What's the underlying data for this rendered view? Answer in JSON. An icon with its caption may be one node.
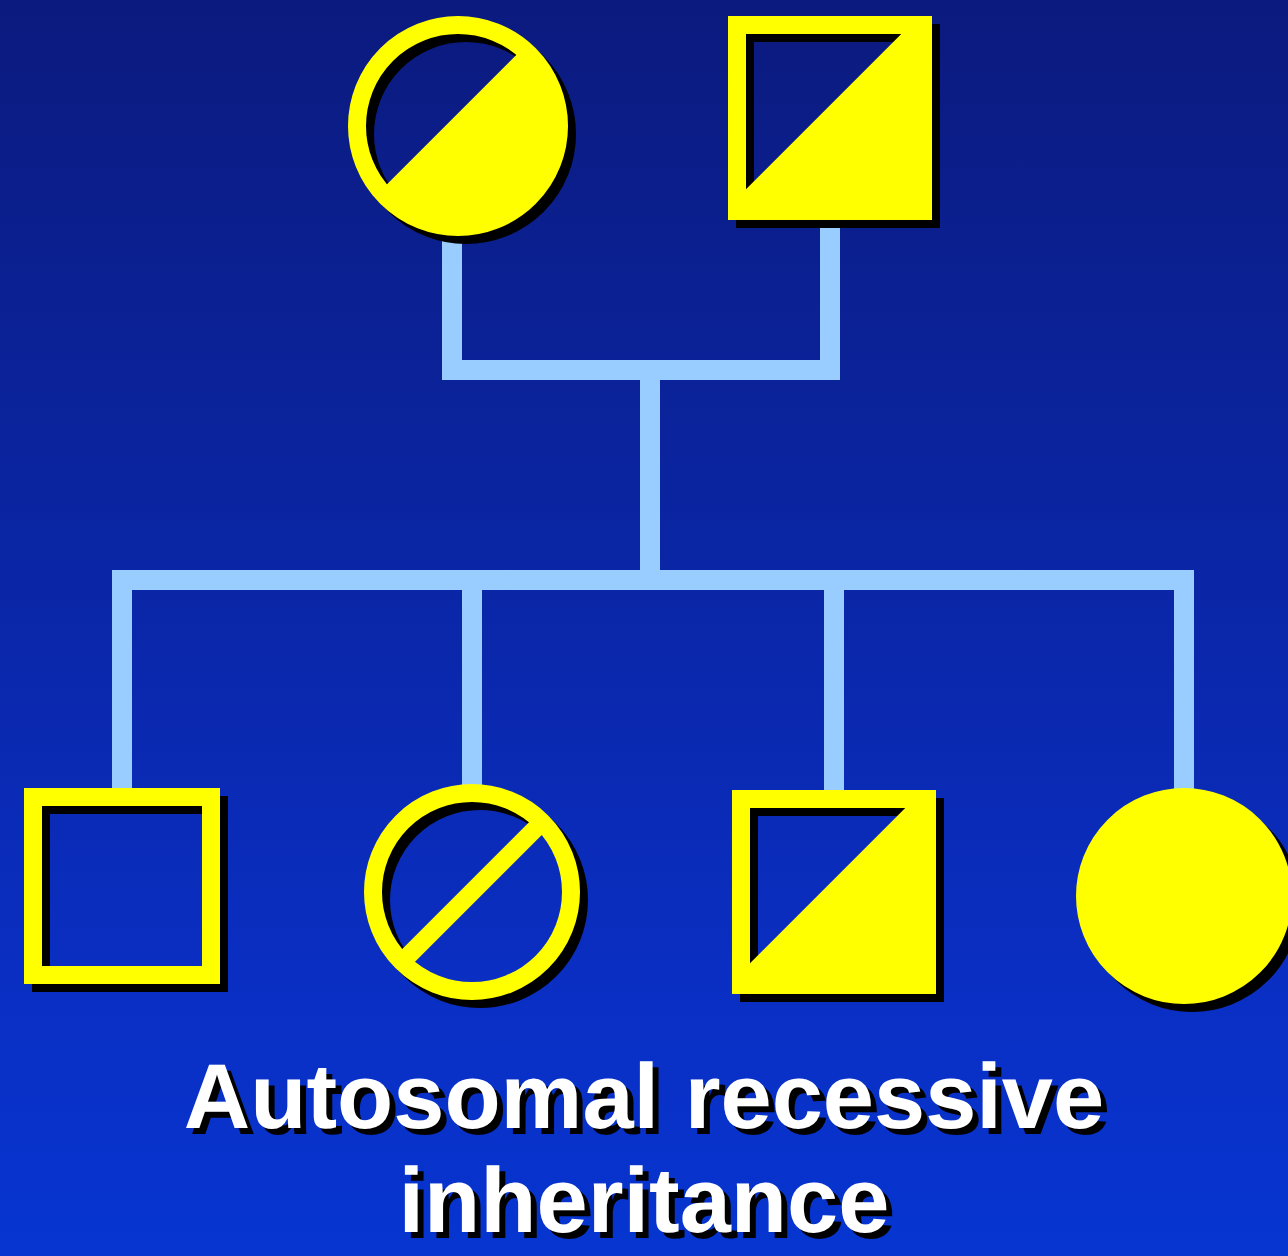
{
  "diagram": {
    "title": "Autosomal recessive inheritance",
    "nodes": [
      {
        "text": [],
        "shape": "circle"
      },
      {
        "text": [],
        "shape": "box"
      },
      {
        "text": [],
        "shape": "box"
      },
      {
        "text": [],
        "shape": "circle"
      },
      {
        "text": [],
        "shape": "box"
      },
      {
        "text": [],
        "shape": "circle"
      }
    ],
    "edges": [
      {
        "from": 0,
        "to": 1,
        "arrow": "none"
      },
      {
        "from": 0,
        "to": 2,
        "arrow": "none"
      },
      {
        "from": 1,
        "to": 2,
        "arrow": "none"
      },
      {
        "from": 0,
        "to": 3,
        "arrow": "none"
      },
      {
        "from": 1,
        "to": 3,
        "arrow": "none"
      },
      {
        "from": 0,
        "to": 4,
        "arrow": "none"
      },
      {
        "from": 1,
        "to": 4,
        "arrow": "none"
      },
      {
        "from": 0,
        "to": 5,
        "arrow": "none"
      },
      {
        "from": 1,
        "to": 5,
        "arrow": "none"
      }
    ]
  }
}
